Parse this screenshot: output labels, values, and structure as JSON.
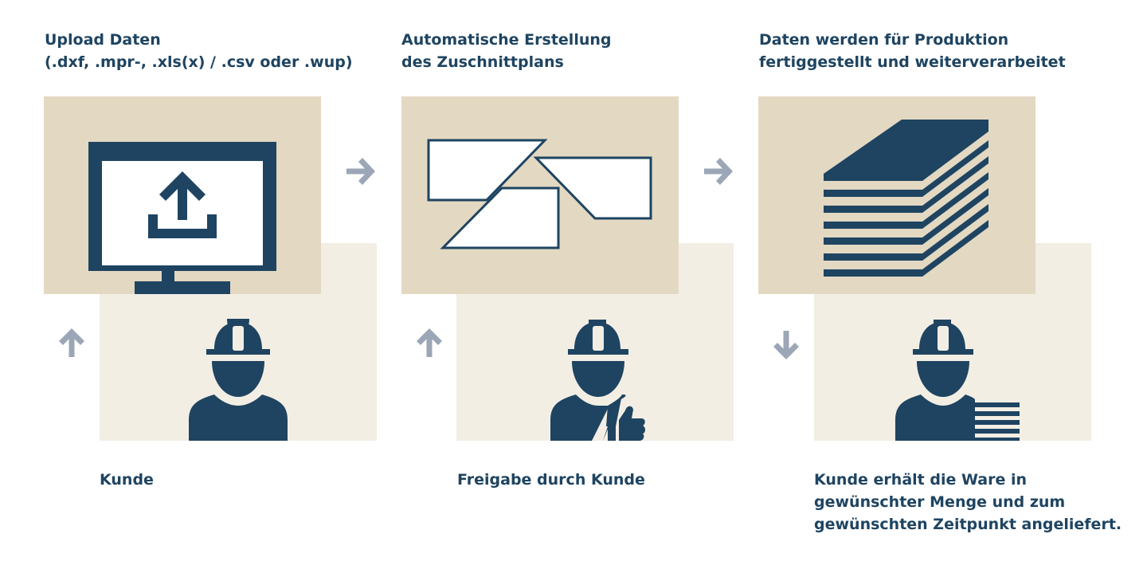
{
  "colors": {
    "panel_dark": "#e3d8c2",
    "panel_light": "#f3eee4",
    "navy": "#1e4461",
    "arrow": "#9ba6b6",
    "white": "#ffffff"
  },
  "steps": [
    {
      "title_lines": [
        "Upload Daten",
        "(.dxf, .mpr-, .xls(x) / .csv oder .wup)"
      ],
      "icon": "monitor-upload-icon",
      "person_icon": "worker-icon",
      "caption_lines": [
        "Kunde"
      ],
      "vertical_arrow": "up"
    },
    {
      "title_lines": [
        "Automatische Erstellung",
        "des Zuschnittplans"
      ],
      "icon": "cutting-plan-icon",
      "person_icon": "worker-thumbs-up-icon",
      "caption_lines": [
        "Freigabe durch Kunde"
      ],
      "vertical_arrow": "up"
    },
    {
      "title_lines": [
        "Daten werden für Produktion",
        "fertiggestellt und weiterverarbeitet"
      ],
      "icon": "panel-stack-icon",
      "person_icon": "worker-with-panels-icon",
      "caption_lines": [
        "Kunde erhält die Ware in",
        "gewünschter Menge und zum",
        "gewünschten Zeitpunkt angeliefert."
      ],
      "vertical_arrow": "down"
    }
  ],
  "horizontal_arrows": [
    "right",
    "right"
  ]
}
